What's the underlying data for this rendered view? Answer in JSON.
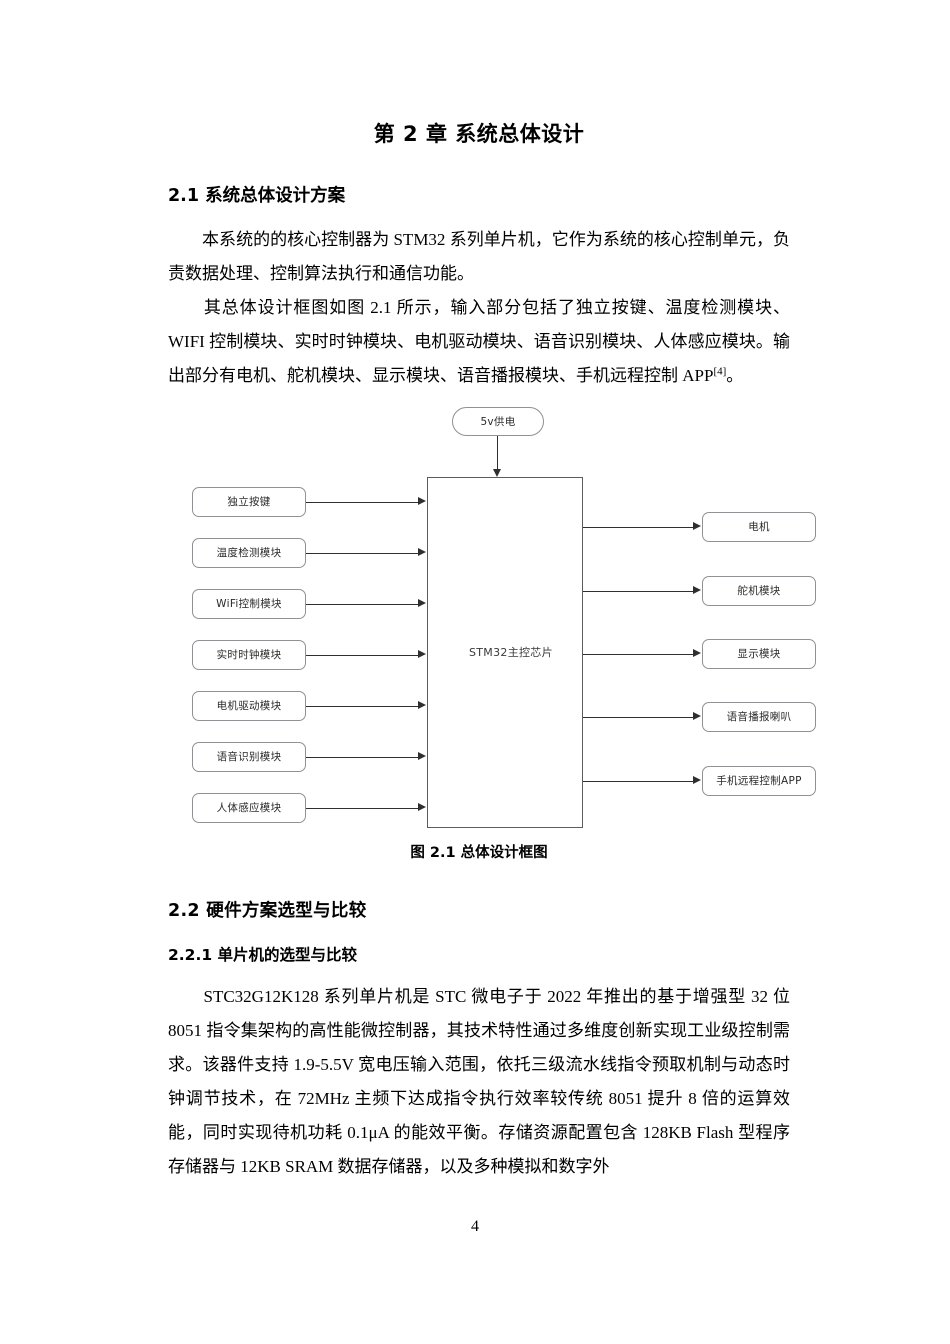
{
  "document": {
    "chapter_title": "第 2 章  系统总体设计",
    "page_number": "4"
  },
  "sections": {
    "s21_heading": "2.1 系统总体设计方案",
    "s21_para1": "　　本系统的的核心控制器为 STM32 系列单片机，它作为系统的核心控制单元，负责数据处理、控制算法执行和通信功能。",
    "s21_para2_a": "　　其总体设计框图如图 2.1 所示，输入部分包括了独立按键、温度检测模块、WIFI 控制模块、实时时钟模块、电机驱动模块、语音识别模块、人体感应模块。输出部分有电机、舵机模块、显示模块、语音播报模块、手机远程控制 APP",
    "s21_para2_sup": "[4]",
    "s21_para2_b": "。",
    "s22_heading": "2.2  硬件方案选型与比较",
    "s221_heading": "2.2.1 单片机的选型与比较",
    "s221_para1": "　　STC32G12K128 系列单片机是 STC 微电子于 2022 年推出的基于增强型 32 位 8051 指令集架构的高性能微控制器，其技术特性通过多维度创新实现工业级控制需求。该器件支持 1.9-5.5V 宽电压输入范围，依托三级流水线指令预取机制与动态时钟调节技术，在 72MHz 主频下达成指令执行效率较传统 8051 提升 8 倍的运算效能，同时实现待机功耗 0.1μA 的能效平衡。存储资源配置包含 128KB Flash 型程序存储器与 12KB SRAM 数据存储器，以及多种模拟和数字外"
  },
  "figure": {
    "caption": "图 2.1 总体设计框图",
    "power_node": "5v供电",
    "mcu_node": "STM32主控芯片",
    "inputs": [
      {
        "label": "独立按键"
      },
      {
        "label": "温度检测模块"
      },
      {
        "label": "WiFi控制模块"
      },
      {
        "label": "实时时钟模块"
      },
      {
        "label": "电机驱动模块"
      },
      {
        "label": "语音识别模块"
      },
      {
        "label": "人体感应模块"
      }
    ],
    "outputs": [
      {
        "label": "电机"
      },
      {
        "label": "舵机模块"
      },
      {
        "label": "显示模块"
      },
      {
        "label": "语音播报喇叭"
      },
      {
        "label": "手机远程控制APP"
      }
    ]
  },
  "colors": {
    "node_border": "#8f9194",
    "mcu_border": "#5a5c60",
    "line": "#2f2f2f",
    "text": "#000000"
  }
}
